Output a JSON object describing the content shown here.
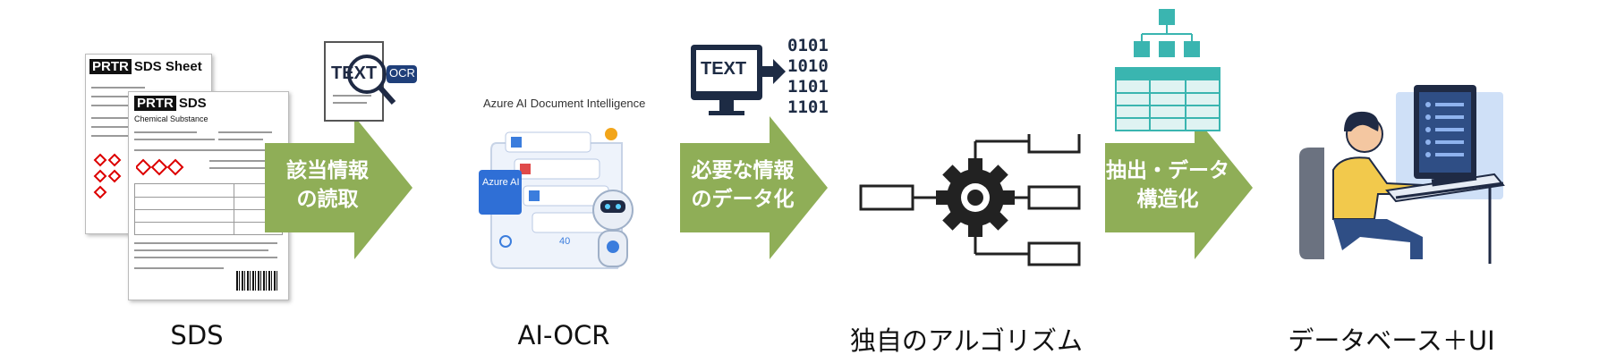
{
  "steps": {
    "sds": {
      "caption": "SDS",
      "sheet_back": {
        "tag": "PRTR",
        "title": "SDS Sheet"
      },
      "sheet_front": {
        "tag": "PRTR",
        "title": "SDS",
        "subtitle": "Chemical Substance"
      }
    },
    "ocr": {
      "caption": "AI-OCR",
      "text_icon_label": "TEXT",
      "ocr_badge": "OCR",
      "service_title": "Azure AI Document Intelligence",
      "azure_card": "Azure AI",
      "bubble_number": "40"
    },
    "algorithm": {
      "caption": "独自のアルゴリズム",
      "monitor_text": "TEXT",
      "binary_lines": [
        "0101",
        "1010",
        "1101",
        "1101"
      ]
    },
    "database": {
      "caption": "データベース＋UI"
    }
  },
  "arrows": [
    {
      "line1": "該当情報",
      "line2": "の読取"
    },
    {
      "line1": "必要な情報",
      "line2": "のデータ化"
    },
    {
      "line1": "抽出・データ",
      "line2": "構造化"
    }
  ],
  "colors": {
    "arrow": "#8fae57",
    "teal": "#3ab5b0",
    "navy": "#1f2a44",
    "monitor": "#1d2b44"
  }
}
